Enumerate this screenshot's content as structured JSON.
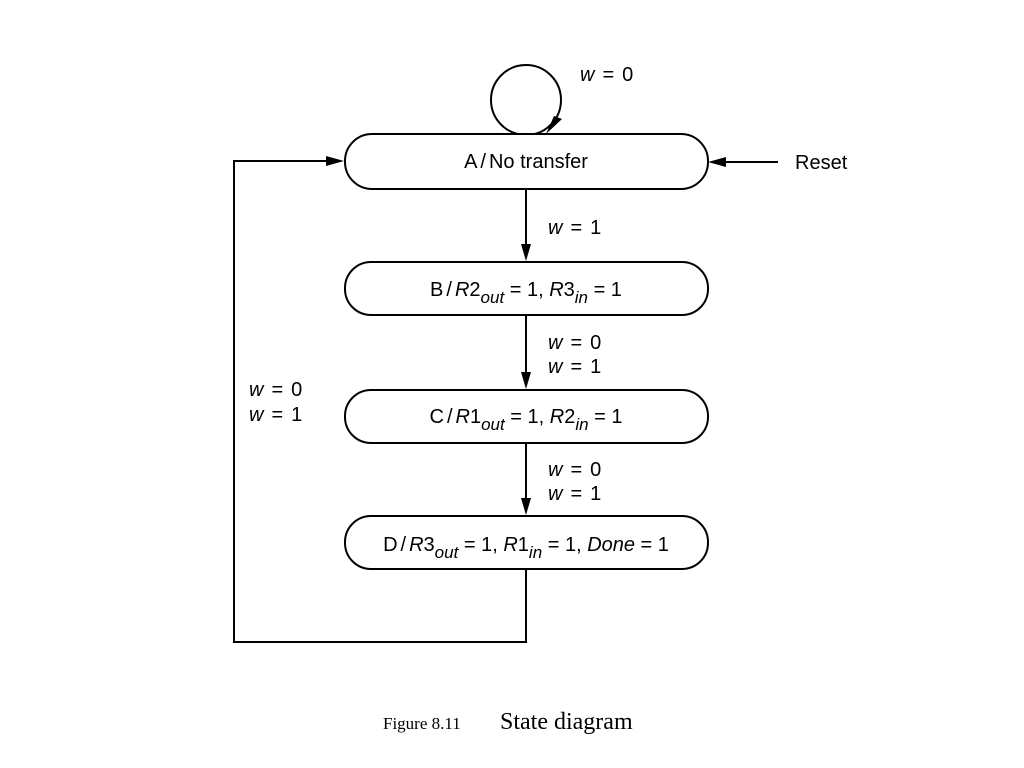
{
  "states": [
    {
      "id": "A",
      "name": "A",
      "slash": "/",
      "parts": [
        {
          "t": "No transfer",
          "i": false
        }
      ]
    },
    {
      "id": "B",
      "name": "B",
      "slash": "/",
      "parts": [
        {
          "t": "R",
          "i": true
        },
        {
          "t": "2",
          "i": false
        },
        {
          "t": "out",
          "i": true,
          "sub": true
        },
        {
          "t": " = 1, ",
          "i": false
        },
        {
          "t": "R",
          "i": true
        },
        {
          "t": "3",
          "i": false
        },
        {
          "t": "in",
          "i": true,
          "sub": true
        },
        {
          "t": " = 1",
          "i": false
        }
      ]
    },
    {
      "id": "C",
      "name": "C",
      "slash": "/",
      "parts": [
        {
          "t": "R",
          "i": true
        },
        {
          "t": "1",
          "i": false
        },
        {
          "t": "out",
          "i": true,
          "sub": true
        },
        {
          "t": " = 1, ",
          "i": false
        },
        {
          "t": "R",
          "i": true
        },
        {
          "t": "2",
          "i": false
        },
        {
          "t": "in",
          "i": true,
          "sub": true
        },
        {
          "t": " = 1",
          "i": false
        }
      ]
    },
    {
      "id": "D",
      "name": "D",
      "slash": "/",
      "parts": [
        {
          "t": "R",
          "i": true
        },
        {
          "t": "3",
          "i": false
        },
        {
          "t": "out",
          "i": true,
          "sub": true
        },
        {
          "t": " = 1, ",
          "i": false
        },
        {
          "t": "R",
          "i": true
        },
        {
          "t": "1",
          "i": false
        },
        {
          "t": "in",
          "i": true,
          "sub": true
        },
        {
          "t": " = 1, ",
          "i": false
        },
        {
          "t": "Done",
          "i": true
        },
        {
          "t": " = 1",
          "i": false
        }
      ]
    }
  ],
  "transitions": {
    "a_self": {
      "var": "w",
      "eq": "=",
      "val": "0"
    },
    "a_to_b": {
      "var": "w",
      "eq": "=",
      "val": "1"
    },
    "b_to_c": [
      {
        "var": "w",
        "eq": "=",
        "val": "0"
      },
      {
        "var": "w",
        "eq": "=",
        "val": "1"
      }
    ],
    "c_to_d": [
      {
        "var": "w",
        "eq": "=",
        "val": "0"
      },
      {
        "var": "w",
        "eq": "=",
        "val": "1"
      }
    ],
    "d_to_a": [
      {
        "var": "w",
        "eq": "=",
        "val": "0"
      },
      {
        "var": "w",
        "eq": "=",
        "val": "1"
      }
    ]
  },
  "reset_label": "Reset",
  "caption": {
    "number": "Figure 8.11",
    "title": "State diagram"
  }
}
